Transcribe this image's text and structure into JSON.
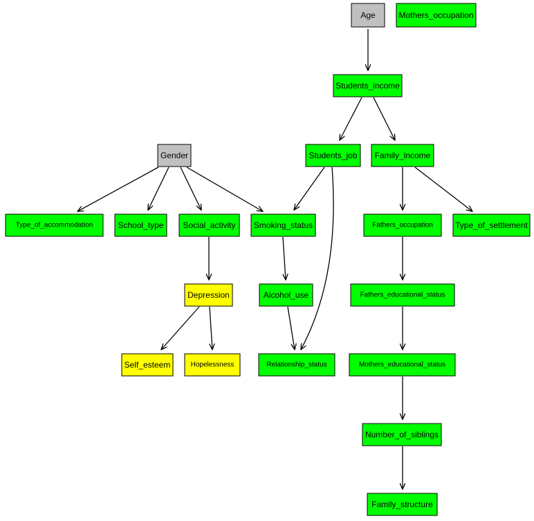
{
  "colors": {
    "gray": "#c0c0c0",
    "green": "#00ff00",
    "yellow": "#ffff00"
  },
  "nodes": {
    "age": {
      "label": "Age",
      "color": "gray"
    },
    "mothers_occupation": {
      "label": "Mothers_occupation",
      "color": "green"
    },
    "students_income": {
      "label": "Students_income",
      "color": "green"
    },
    "gender": {
      "label": "Gender",
      "color": "gray"
    },
    "students_job": {
      "label": "Students_job",
      "color": "green"
    },
    "family_income": {
      "label": "Family_income",
      "color": "green"
    },
    "type_of_accommodation": {
      "label": "Type_of_accommodation",
      "color": "green"
    },
    "school_type": {
      "label": "School_type",
      "color": "green"
    },
    "social_activity": {
      "label": "Social_activity",
      "color": "green"
    },
    "smoking_status": {
      "label": "Smoking_status",
      "color": "green"
    },
    "fathers_occupation": {
      "label": "Fathers_occupation",
      "color": "green"
    },
    "type_of_settlement": {
      "label": "Type_of_settlement",
      "color": "green"
    },
    "depression": {
      "label": "Depression",
      "color": "yellow"
    },
    "alcohol_use": {
      "label": "Alcohol_use",
      "color": "green"
    },
    "fathers_educational_status": {
      "label": "Fathers_educational_status",
      "color": "green"
    },
    "self_esteem": {
      "label": "Self_esteem",
      "color": "yellow"
    },
    "hopelessness": {
      "label": "Hopelessness",
      "color": "yellow"
    },
    "relationship_status": {
      "label": "Relationship_status",
      "color": "green"
    },
    "mothers_educational_status": {
      "label": "Mothers_educational_status",
      "color": "green"
    },
    "number_of_siblings": {
      "label": "Number_of_siblings",
      "color": "green"
    },
    "family_structure": {
      "label": "Family_structure",
      "color": "green"
    }
  },
  "edges": [
    {
      "from": "age",
      "to": "students_income"
    },
    {
      "from": "students_income",
      "to": "students_job"
    },
    {
      "from": "students_income",
      "to": "family_income"
    },
    {
      "from": "gender",
      "to": "type_of_accommodation"
    },
    {
      "from": "gender",
      "to": "school_type"
    },
    {
      "from": "gender",
      "to": "social_activity"
    },
    {
      "from": "gender",
      "to": "smoking_status"
    },
    {
      "from": "students_job",
      "to": "smoking_status"
    },
    {
      "from": "students_job",
      "to": "relationship_status"
    },
    {
      "from": "family_income",
      "to": "fathers_occupation"
    },
    {
      "from": "family_income",
      "to": "type_of_settlement"
    },
    {
      "from": "social_activity",
      "to": "depression"
    },
    {
      "from": "smoking_status",
      "to": "alcohol_use"
    },
    {
      "from": "fathers_occupation",
      "to": "fathers_educational_status"
    },
    {
      "from": "depression",
      "to": "self_esteem"
    },
    {
      "from": "depression",
      "to": "hopelessness"
    },
    {
      "from": "alcohol_use",
      "to": "relationship_status"
    },
    {
      "from": "fathers_educational_status",
      "to": "mothers_educational_status"
    },
    {
      "from": "mothers_educational_status",
      "to": "number_of_siblings"
    },
    {
      "from": "number_of_siblings",
      "to": "family_structure"
    }
  ]
}
